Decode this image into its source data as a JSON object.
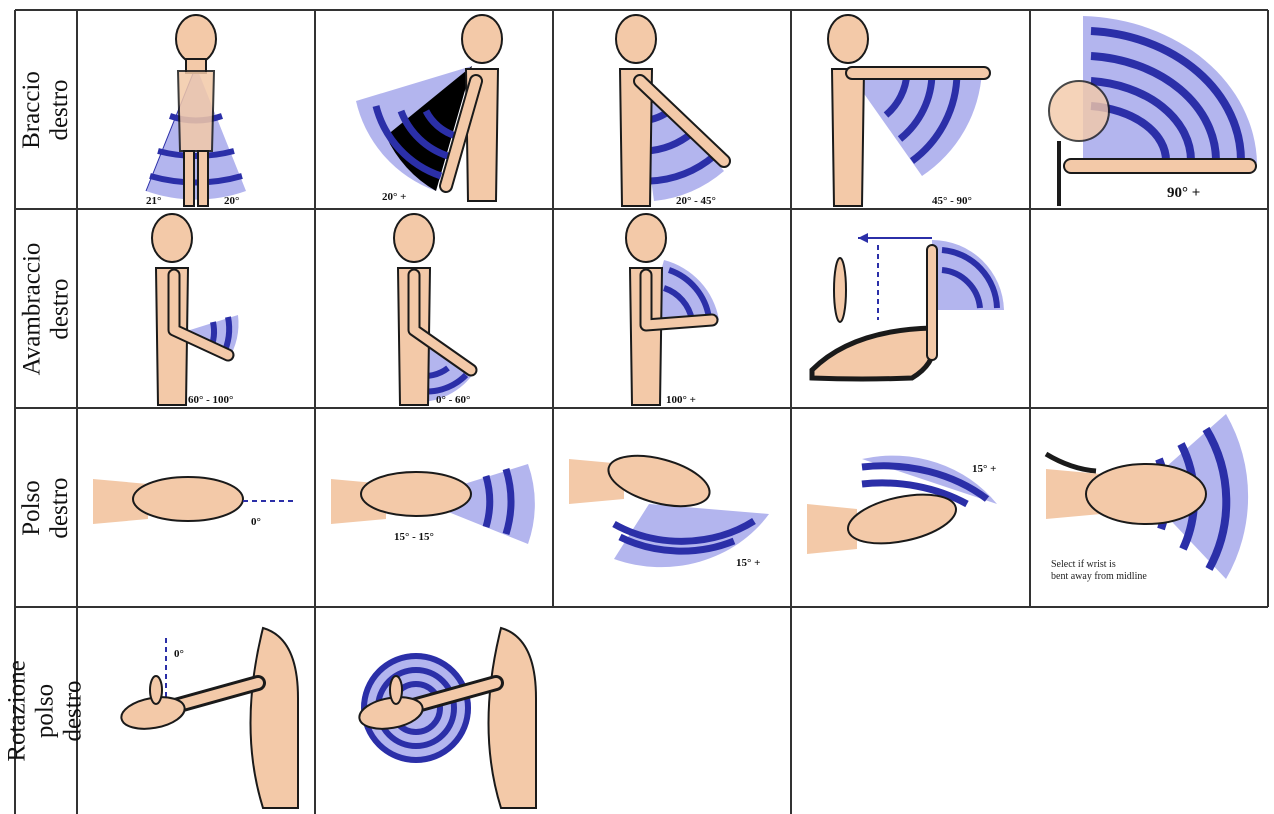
{
  "rows": [
    {
      "label": "Braccio destro"
    },
    {
      "label": "Avambraccio\ndestro"
    },
    {
      "label": "Polso destro"
    },
    {
      "label": "Rotazione\npolso destro"
    }
  ],
  "captions": {
    "r1c1a": "21°",
    "r1c1b": "20°",
    "r1c2": "20° +",
    "r1c3": "20° - 45°",
    "r1c4": "45° - 90°",
    "r1c5": "90° +",
    "r2c1": "60° - 100°",
    "r2c2": "0° - 60°",
    "r2c3": "100° +",
    "r3c1": "0°",
    "r3c2": "15° - 15°",
    "r3c3": "15° +",
    "r3c4": "15° +",
    "r3c5": "Select if wrist is\nbent away from midline",
    "r4c1": "0°"
  },
  "colors": {
    "band_dark": "#2b2fa8",
    "band_light": "#b3b5ee",
    "skin": "#f3c9a8",
    "skin_shadow": "#dba07c",
    "outline": "#1a1a1a",
    "grid": "#333333"
  }
}
